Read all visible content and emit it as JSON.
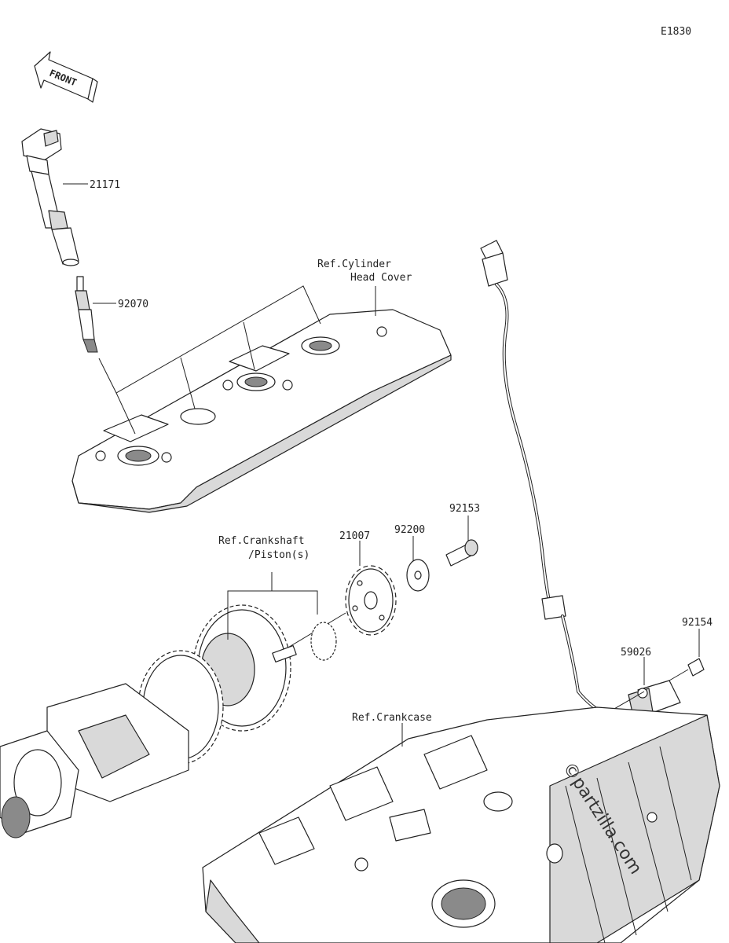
{
  "diagram": {
    "code": "E1830",
    "front_label": "FRONT",
    "watermark": "©partzilla.com",
    "parts": [
      {
        "id": "ignition-coil",
        "number": "21171"
      },
      {
        "id": "spark-plug",
        "number": "92070"
      },
      {
        "id": "rotor-gear",
        "number": "21007"
      },
      {
        "id": "washer",
        "number": "92200"
      },
      {
        "id": "rotor-bolt",
        "number": "92153"
      },
      {
        "id": "sensor-bolt",
        "number": "92154"
      },
      {
        "id": "crank-sensor",
        "number": "59026"
      }
    ],
    "references": {
      "cylinder_head_cover": [
        "Ref.Cylinder",
        "Head Cover"
      ],
      "crankshaft": [
        "Ref.Crankshaft",
        "/Piston(s)"
      ],
      "crankcase": "Ref.Crankcase"
    }
  }
}
